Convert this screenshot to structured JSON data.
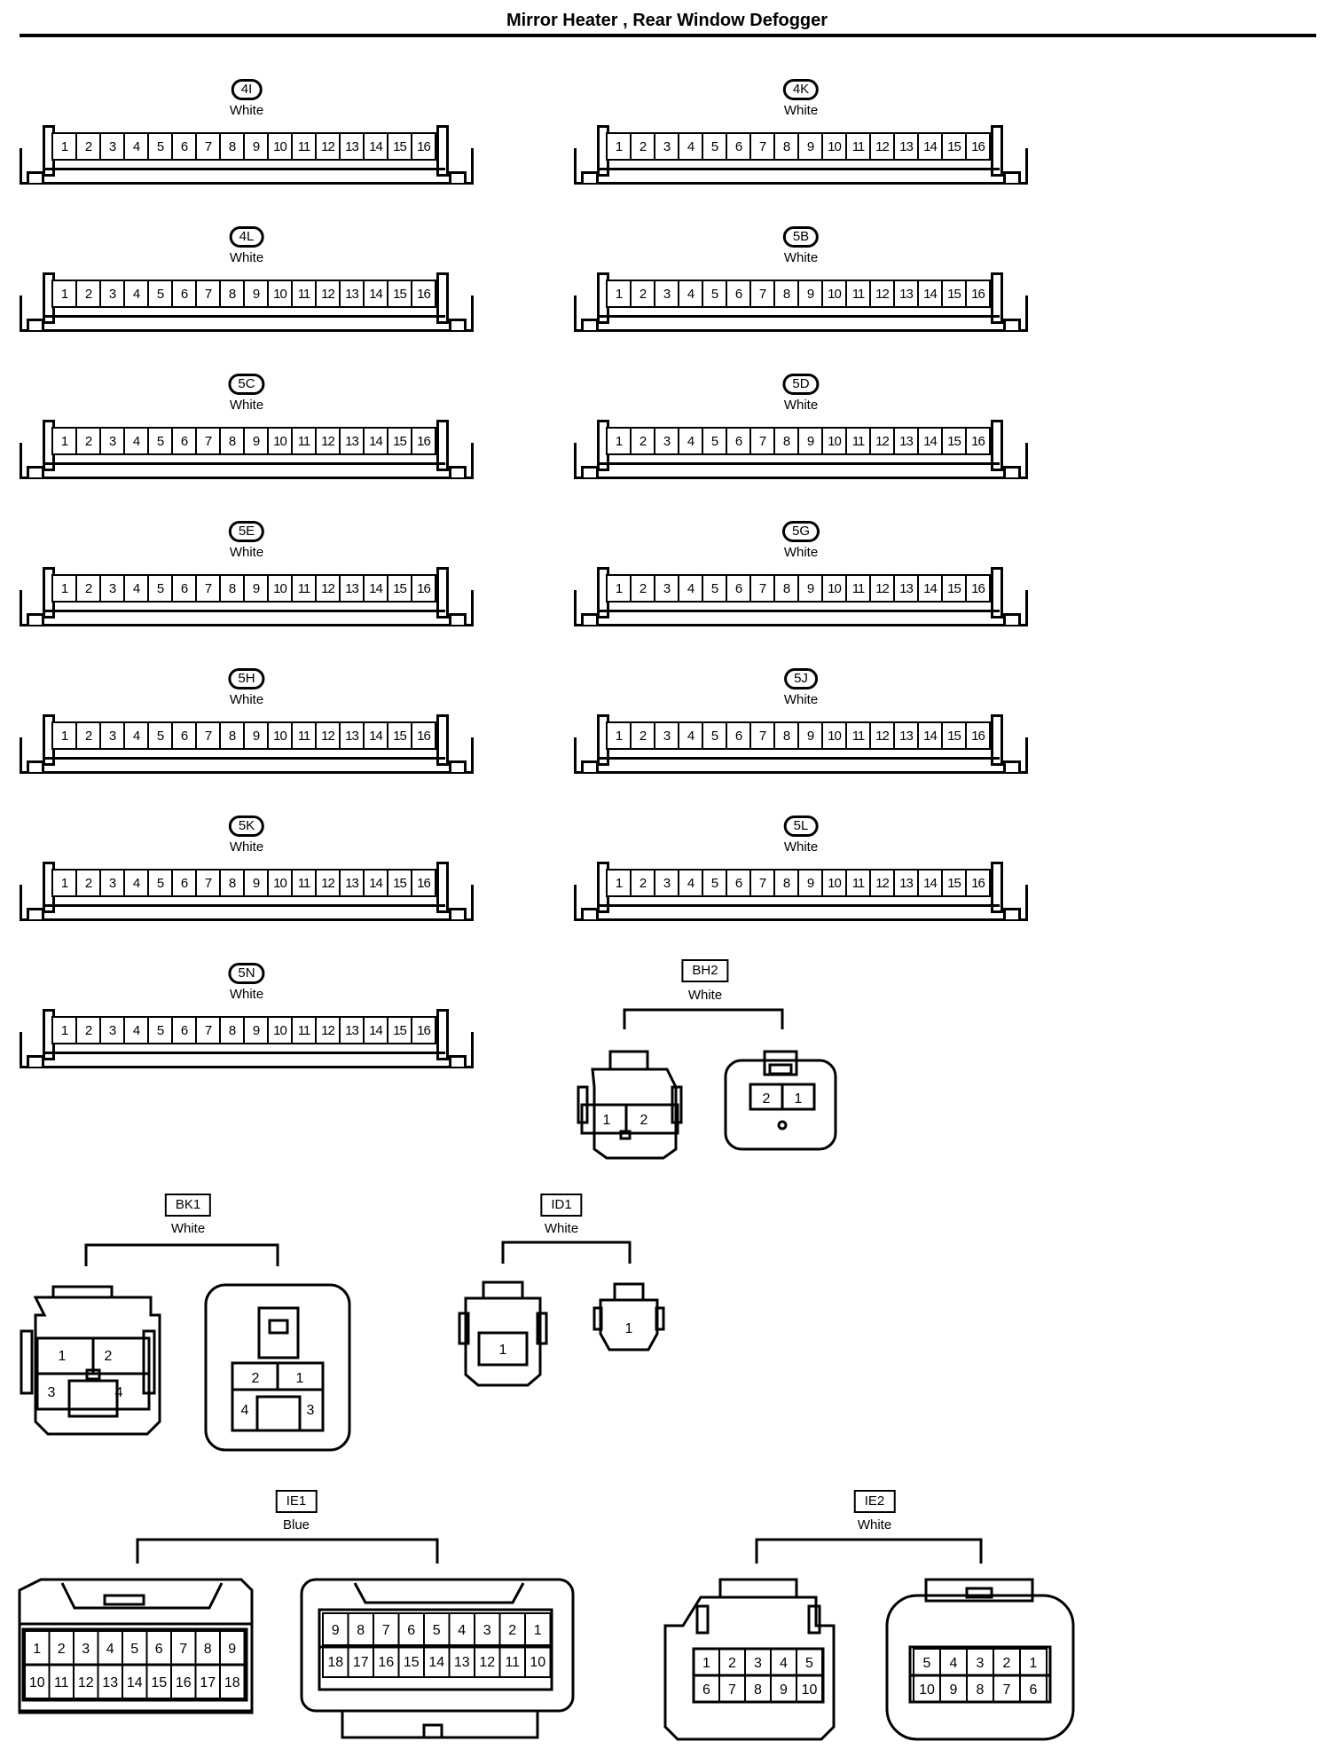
{
  "title": "Mirror Heater , Rear Window Defogger",
  "pins16": [
    "1",
    "2",
    "3",
    "4",
    "5",
    "6",
    "7",
    "8",
    "9",
    "10",
    "11",
    "12",
    "13",
    "14",
    "15",
    "16"
  ],
  "connectors16": [
    {
      "id": "4I",
      "color": "White"
    },
    {
      "id": "4K",
      "color": "White"
    },
    {
      "id": "4L",
      "color": "White"
    },
    {
      "id": "5B",
      "color": "White"
    },
    {
      "id": "5C",
      "color": "White"
    },
    {
      "id": "5D",
      "color": "White"
    },
    {
      "id": "5E",
      "color": "White"
    },
    {
      "id": "5G",
      "color": "White"
    },
    {
      "id": "5H",
      "color": "White"
    },
    {
      "id": "5J",
      "color": "White"
    },
    {
      "id": "5K",
      "color": "White"
    },
    {
      "id": "5L",
      "color": "White"
    },
    {
      "id": "5N",
      "color": "White"
    }
  ],
  "bh2": {
    "id": "BH2",
    "color": "White",
    "left_pins": [
      "1",
      "2"
    ],
    "right_pins": [
      "2",
      "1"
    ]
  },
  "bk1": {
    "id": "BK1",
    "color": "White",
    "left_pins": [
      "1",
      "2",
      "3",
      "4"
    ],
    "right_pins": [
      "2",
      "1",
      "4",
      "3"
    ]
  },
  "id1": {
    "id": "ID1",
    "color": "White",
    "left_pins": [
      "1"
    ],
    "right_pins": [
      "1"
    ]
  },
  "ie1": {
    "id": "IE1",
    "color": "Blue",
    "left_row1": [
      "1",
      "2",
      "3",
      "4",
      "5",
      "6",
      "7",
      "8",
      "9"
    ],
    "left_row2": [
      "10",
      "11",
      "12",
      "13",
      "14",
      "15",
      "16",
      "17",
      "18"
    ],
    "right_row1": [
      "9",
      "8",
      "7",
      "6",
      "5",
      "4",
      "3",
      "2",
      "1"
    ],
    "right_row2": [
      "18",
      "17",
      "16",
      "15",
      "14",
      "13",
      "12",
      "11",
      "10"
    ]
  },
  "ie2": {
    "id": "IE2",
    "color": "White",
    "left_row1": [
      "1",
      "2",
      "3",
      "4",
      "5"
    ],
    "left_row2": [
      "6",
      "7",
      "8",
      "9",
      "10"
    ],
    "right_row1": [
      "5",
      "4",
      "3",
      "2",
      "1"
    ],
    "right_row2": [
      "10",
      "9",
      "8",
      "7",
      "6"
    ]
  }
}
